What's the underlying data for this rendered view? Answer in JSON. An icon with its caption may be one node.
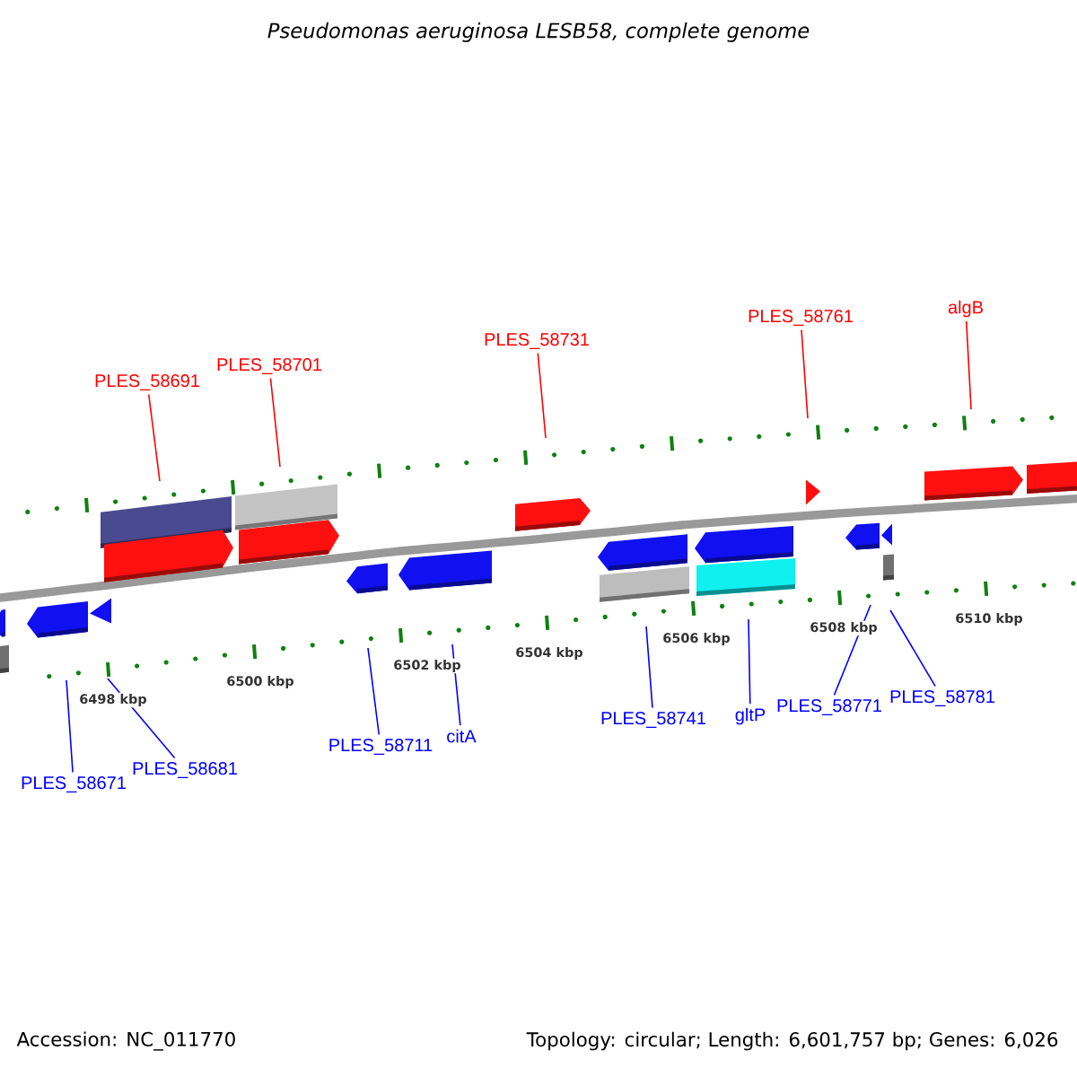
{
  "diagram": {
    "title": "Pseudomonas aeruginosa LESB58, complete genome",
    "nodes": [
      {
        "text": [
          "PLES_58691"
        ]
      },
      {
        "text": [
          "PLES_58701"
        ]
      },
      {
        "text": [
          "PLES_58731"
        ]
      },
      {
        "text": [
          "PLES_58761"
        ]
      },
      {
        "text": [
          "algB"
        ]
      },
      {
        "text": [
          "PLES_58671"
        ]
      },
      {
        "text": [
          "PLES_58681"
        ]
      },
      {
        "text": [
          "PLES_58711"
        ]
      },
      {
        "text": [
          "citA"
        ]
      },
      {
        "text": [
          "PLES_58741"
        ]
      },
      {
        "text": [
          "gltP"
        ]
      },
      {
        "text": [
          "PLES_58771"
        ]
      },
      {
        "text": [
          "PLES_58781"
        ]
      }
    ],
    "edges": [
      {
        "from": 0,
        "to": null,
        "arrow": "none",
        "color": "#ff0000"
      },
      {
        "from": 1,
        "to": null,
        "arrow": "none",
        "color": "#ff0000"
      },
      {
        "from": 2,
        "to": null,
        "arrow": "none",
        "color": "#ff0000"
      },
      {
        "from": 3,
        "to": null,
        "arrow": "none",
        "color": "#ff0000"
      },
      {
        "from": 4,
        "to": null,
        "arrow": "none",
        "color": "#ff0000"
      },
      {
        "from": 5,
        "to": null,
        "arrow": "none"
      },
      {
        "from": 6,
        "to": null,
        "arrow": "none"
      },
      {
        "from": 7,
        "to": null,
        "arrow": "none"
      },
      {
        "from": 8,
        "to": null,
        "arrow": "none"
      },
      {
        "from": 9,
        "to": null,
        "arrow": "none"
      },
      {
        "from": 10,
        "to": null,
        "arrow": "none"
      },
      {
        "from": 11,
        "to": null,
        "arrow": "none"
      },
      {
        "from": 12,
        "to": null,
        "arrow": "none"
      }
    ],
    "labels": [
      "6498 kbp",
      "6500 kbp",
      "6502 kbp",
      "6504 kbp",
      "6506 kbp",
      "6508 kbp",
      "6510 kbp",
      "Accession: NC_011770",
      "Topology: circular; Length: 6,601,757 bp; Genes: 6,026"
    ]
  }
}
